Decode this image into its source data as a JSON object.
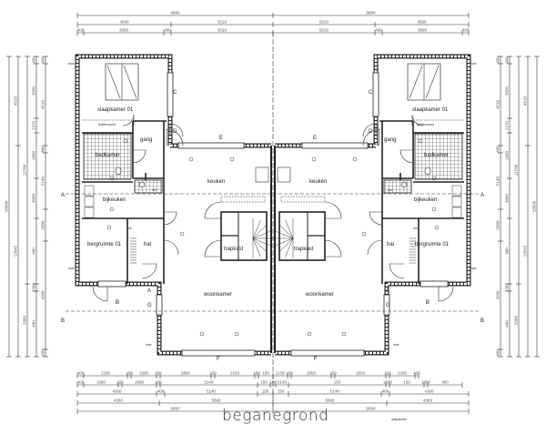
{
  "drawing": {
    "title": "beganegrond",
    "footnote": "dakpannen",
    "rwa_label": "hwa"
  },
  "rooms": {
    "left": {
      "slaapkamer": "slaapkamer 01",
      "kastenwand": "kastenwand",
      "gang": "gang",
      "badkamer": "badkamer",
      "keuken": "keuken",
      "bijkeuken": "bijkeuken",
      "bergruimte": "bergruimte 01",
      "hal": "hal",
      "trapkast": "trapkast",
      "woonkamer": "woonkamer",
      "wc": "WC",
      "mk": "mk"
    },
    "right": {
      "slaapkamer": "slaapkamer 01",
      "kastenwand": "kastenwand",
      "gang": "gang",
      "badkamer": "badkamer",
      "keuken": "keuken",
      "bijkeuken": "bijkeuken",
      "bergruimte": "bergruimte 01",
      "hal": "hal",
      "trapkast": "trapkast",
      "woonkamer": "woonkamer",
      "wc": "WC",
      "mk": "mk"
    }
  },
  "markers": {
    "A": "A",
    "B": "B",
    "C": "C",
    "D": "D",
    "E": "E",
    "F": "F",
    "G": "G"
  },
  "dimensions": {
    "top": {
      "row1": [
        "9890",
        "9890"
      ],
      "row2": [
        "4590",
        "5016",
        "5010",
        "4590"
      ],
      "row3": [
        "400",
        "3890",
        "400",
        "5016",
        "5010",
        "400",
        "3890",
        "400"
      ]
    },
    "bottom": {
      "row1": [
        "400",
        "2280",
        "150",
        "1500",
        "150",
        "2850",
        "150",
        "2150",
        "150",
        "150",
        "2150",
        "150",
        "2850",
        "150",
        "1500",
        "150",
        "2280",
        "400"
      ],
      "row2": [
        "400",
        "1890",
        "150",
        "1890",
        "150",
        "5140",
        "150",
        "150",
        "5140",
        "150",
        "1890",
        "150",
        "1890",
        "400"
      ],
      "row3": [
        "4360",
        "400",
        "5140",
        "150",
        "150",
        "5140",
        "400",
        "4360"
      ],
      "row4": [
        "4360",
        "5890",
        "5890",
        "4360"
      ],
      "row5": [
        "9890",
        "9890"
      ]
    },
    "side": {
      "col1": [
        "18090"
      ],
      "col2": [
        "4510",
        "13545"
      ],
      "col3": [
        "11700",
        "3360"
      ],
      "col4": [
        "400",
        "3600",
        "2270",
        "1860",
        "3000",
        "400",
        "3360",
        "400"
      ],
      "col5": [
        "400",
        "4510",
        "400",
        "5140",
        "2000",
        "4200",
        "400"
      ]
    }
  }
}
